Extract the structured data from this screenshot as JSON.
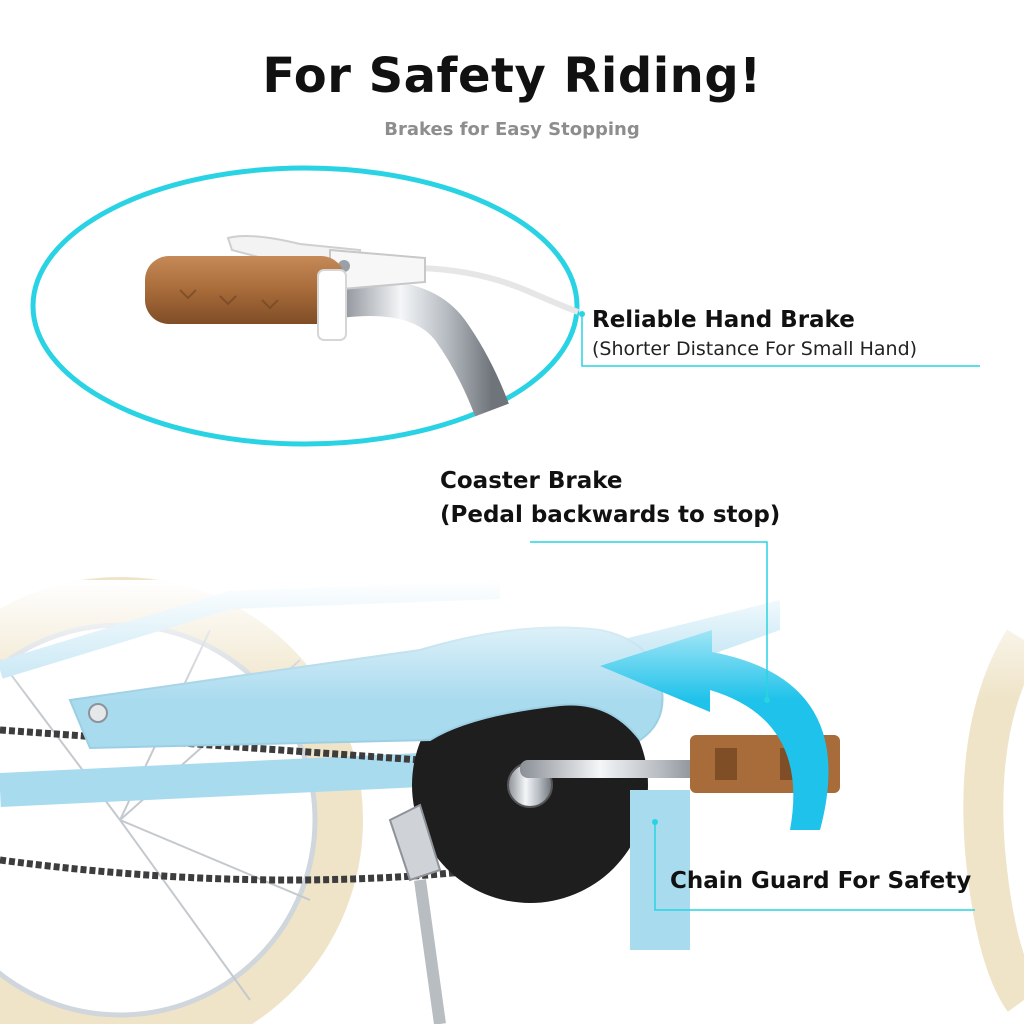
{
  "header": {
    "title": "For Safety Riding!",
    "subtitle": "Brakes for Easy Stopping"
  },
  "callouts": {
    "hand_brake": {
      "title": "Reliable Hand Brake",
      "subtitle": "(Shorter Distance For Small Hand)"
    },
    "coaster_brake": {
      "title": "Coaster Brake",
      "subtitle": "(Pedal backwards to stop)"
    },
    "chain_guard": {
      "title": "Chain Guard For Safety"
    }
  },
  "colors": {
    "accent": "#29d3e3",
    "frame": "#a9dbef",
    "grip": "#a46a3a",
    "tire": "#efe4c8",
    "arrow": "#1fc2ea"
  }
}
